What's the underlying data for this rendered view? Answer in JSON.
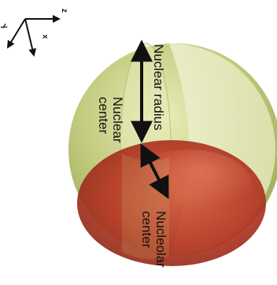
{
  "labels": {
    "nuclear_radius": "Nuclear radius",
    "nuclear_center": [
      "Nuclear",
      "center"
    ],
    "nucleolar_center": [
      "Nucleolar",
      "center"
    ]
  },
  "axes": {
    "x": "x",
    "y": "y",
    "z": "z"
  },
  "colors": {
    "nucleus_fill": "#c7cf8a",
    "nucleus_highlight": "#e6e9b8",
    "nucleolus_fill": "#b93a26",
    "arrow": "#111111"
  }
}
